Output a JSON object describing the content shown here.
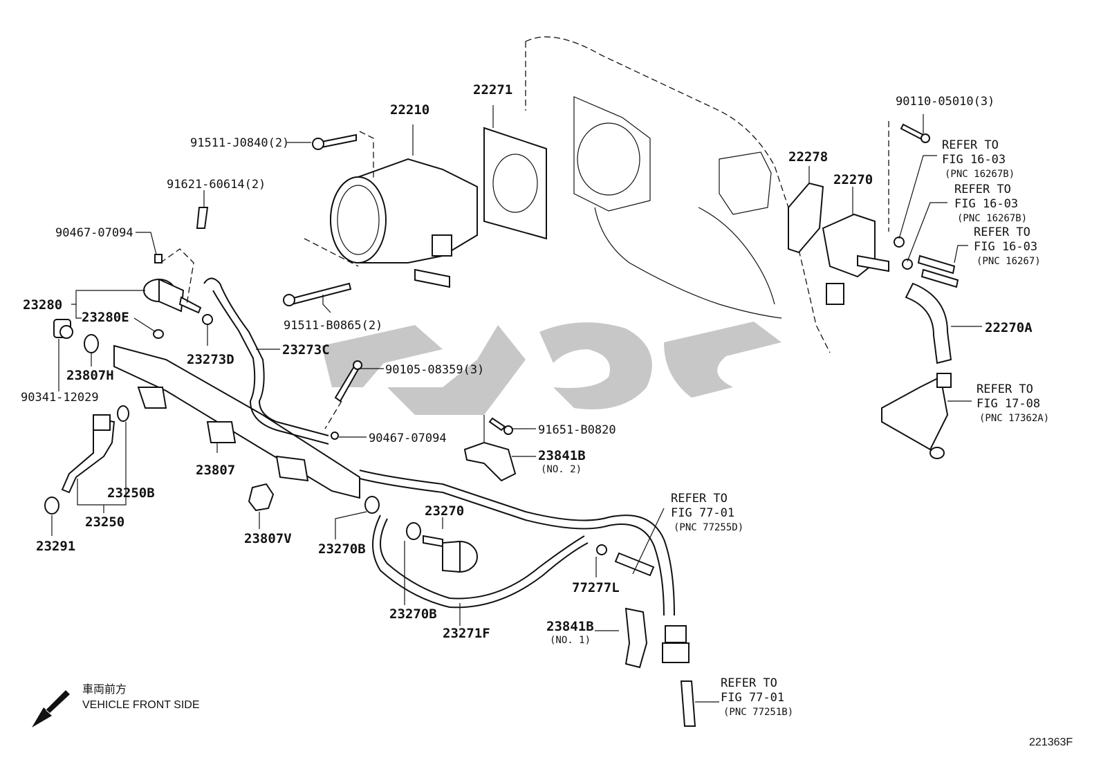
{
  "labels": {
    "p22210": "22210",
    "p22271": "22271",
    "p91511_j0840": "91511-J0840(2)",
    "p91621": "91621-60614(2)",
    "p90467_top": "90467-07094",
    "p23280": "23280",
    "p23280e": "23280E",
    "p90341": "90341-12029",
    "p23807h": "23807H",
    "p23273d": "23273D",
    "p23273c": "23273C",
    "p91511_b0865": "91511-B0865(2)",
    "p90105": "90105-08359(3)",
    "p90467_mid": "90467-07094",
    "p91651": "91651-B0820",
    "p23841b_2": "23841B",
    "p23841b_2_sub": "(NO. 2)",
    "p23807": "23807",
    "p23250b": "23250B",
    "p23250": "23250",
    "p23291": "23291",
    "p23807v": "23807V",
    "p23270b_a": "23270B",
    "p23270": "23270",
    "p23270b_b": "23270B",
    "p23271f": "23271F",
    "p77277l": "77277L",
    "p23841b_1": "23841B",
    "p23841b_1_sub": "(NO. 1)",
    "p90110": "90110-05010(3)",
    "p22278": "22278",
    "p22270": "22270",
    "p22270a": "22270A"
  },
  "refs": [
    {
      "l1": "REFER TO",
      "l2": "FIG 16-03",
      "l3": "(PNC 16267B)"
    },
    {
      "l1": "REFER TO",
      "l2": "FIG 16-03",
      "l3": "(PNC 16267B)"
    },
    {
      "l1": "REFER TO",
      "l2": "FIG 16-03",
      "l3": "(PNC 16267)"
    },
    {
      "l1": "REFER TO",
      "l2": "FIG 17-08",
      "l3": "(PNC 17362A)"
    },
    {
      "l1": "REFER TO",
      "l2": "FIG 77-01",
      "l3": "(PNC 77255D)"
    },
    {
      "l1": "REFER TO",
      "l2": "FIG 77-01",
      "l3": "(PNC 77251B)"
    }
  ],
  "legend": {
    "front_jp": "車両前方",
    "front_en": "VEHICLE FRONT SIDE"
  },
  "diagram_id": "221363F"
}
